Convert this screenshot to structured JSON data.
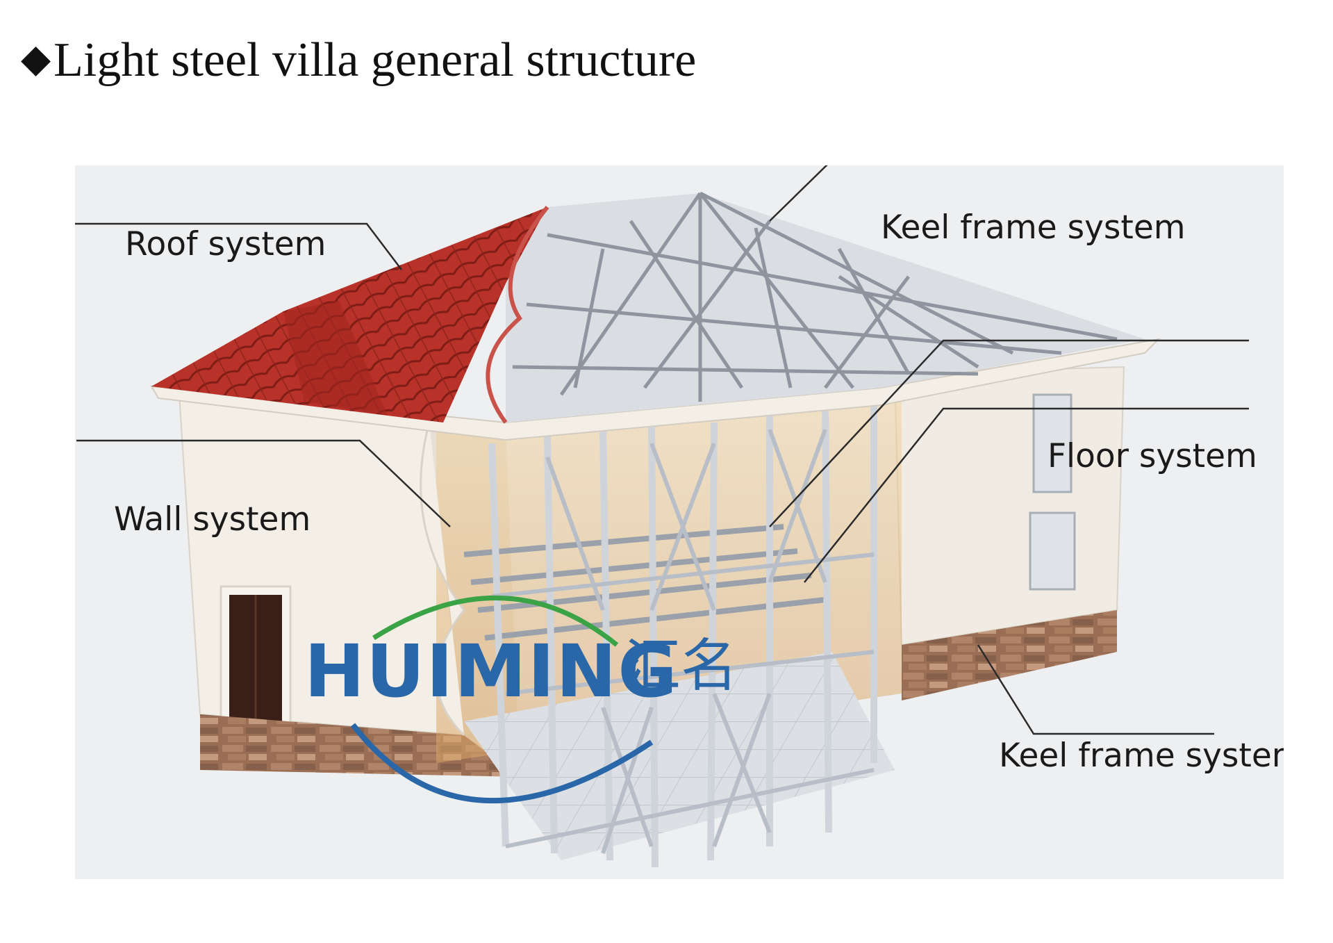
{
  "title": {
    "bullet": "◆",
    "text": "Light steel villa general structure"
  },
  "labels": {
    "roof_system": "Roof system",
    "keel_frame_top": "Keel frame system",
    "floor_system": "Floor system",
    "wall_system": "Wall system",
    "keel_frame_bottom": "Keel frame system"
  },
  "logo": {
    "word": "HUIMING",
    "chinese": "汇名",
    "colors": {
      "text": "#2a67a8",
      "swoosh_top": "#3aa346",
      "swoosh_bottom": "#2a67a8"
    }
  },
  "colors": {
    "roof_tile": "#b8322a",
    "wall": "#f3eee6",
    "steel": "#c9ced6",
    "stone_base": "#9a6e55",
    "background": "#eeeff1"
  }
}
